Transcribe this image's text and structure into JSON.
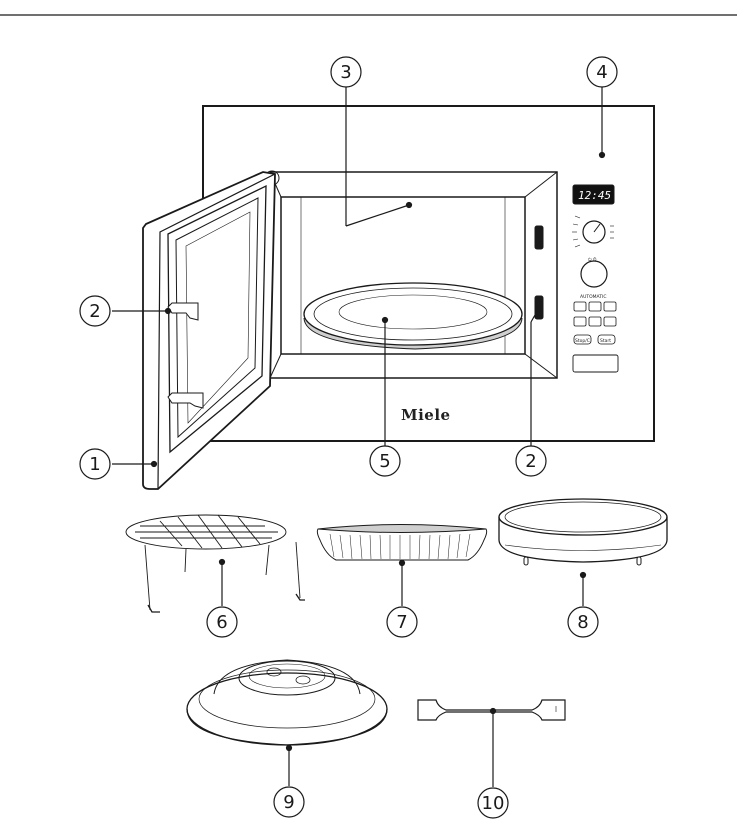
{
  "brand": "Miele",
  "display_time": "12:45",
  "callouts": [
    "1",
    "2",
    "3",
    "4",
    "5",
    "6",
    "7",
    "8",
    "9",
    "10"
  ],
  "control_panel": {
    "auto_label": "AUTOMATIC",
    "start_label": "Start",
    "stop_label": "Stop/C"
  },
  "colors": {
    "line": "#1a1a1a",
    "display_bg": "#111111",
    "turntable_shade": "#cfcfcf"
  }
}
